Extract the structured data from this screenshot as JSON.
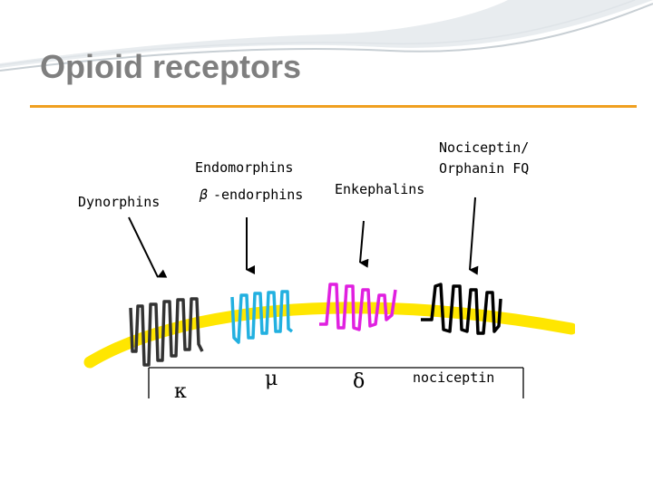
{
  "slide": {
    "title": "Opioid receptors"
  },
  "ligands": {
    "dynorphins": "Dynorphins",
    "endomorphins": "Endomorphins",
    "beta_symbol": "β",
    "beta_endorphins": "-endorphins",
    "enkephalins": "Enkephalins",
    "nociceptin_line1": "Nociceptin/",
    "nociceptin_line2": "Orphanin FQ"
  },
  "receptors": {
    "kappa": "κ",
    "mu": "μ",
    "delta": "δ",
    "nociceptin": "nociceptin"
  },
  "colors": {
    "title": "#7f7f7f",
    "rule": "#f0a020",
    "membrane": "#ffe600",
    "kappa": "#333333",
    "mu": "#22b0e0",
    "delta": "#e020e0",
    "nociceptin": "#000000"
  }
}
